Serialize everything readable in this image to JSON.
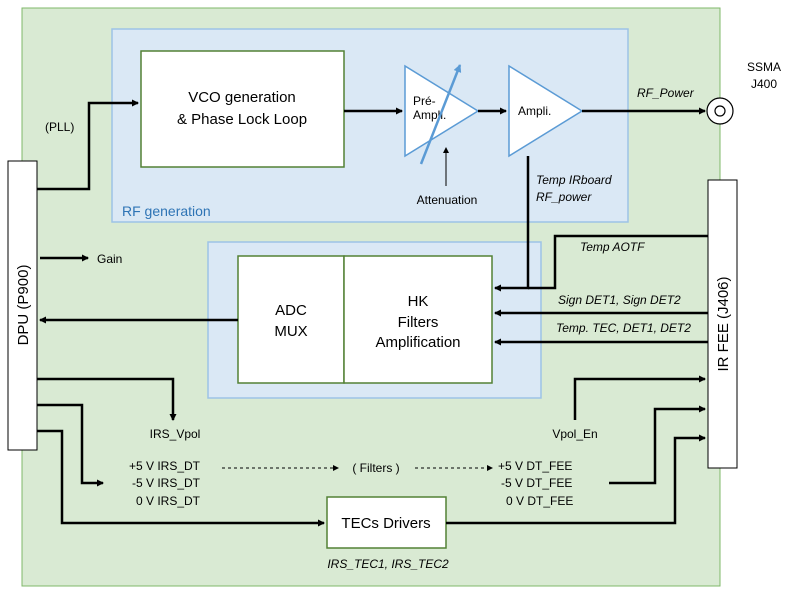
{
  "blocks": {
    "vco_line1": "VCO generation",
    "vco_line2": "& Phase Lock Loop",
    "pre_ampli_line1": "Pré-",
    "pre_ampli_line2": "Ampli.",
    "ampli": "Ampli.",
    "rf_generation": "RF generation",
    "adc_line1": "ADC",
    "adc_line2": "MUX",
    "hk_line1": "HK",
    "hk_line2": "Filters",
    "hk_line3": "Amplification",
    "dpu": "DPU (P900)",
    "ir_fee": "IR FEE (J406)",
    "tec_drivers": "TECs Drivers",
    "ssma_line1": "SSMA",
    "ssma_line2": "J400"
  },
  "labels": {
    "pll": "(PLL)",
    "attenuation": "Attenuation",
    "rf_power": "RF_Power",
    "temp_irboard_line1": "Temp IRboard",
    "temp_irboard_line2": "RF_power",
    "temp_aotf": "Temp AOTF",
    "sign_det": "Sign DET1, Sign DET2",
    "temp_tec": "Temp. TEC, DET1, DET2",
    "gain": "Gain",
    "irs_vpol": "IRS_Vpol",
    "vpol_en": "Vpol_En",
    "irs_p5": "+5 V IRS_DT",
    "irs_m5": "-5 V IRS_DT",
    "irs_0": "0 V IRS_DT",
    "filters": "( Filters )",
    "dt_p5": "+5 V DT_FEE",
    "dt_m5": "-5 V DT_FEE",
    "dt_0": "0 V DT_FEE",
    "irs_tec": "IRS_TEC1, IRS_TEC2"
  },
  "colors": {
    "board_fill": "#d9ead3",
    "board_stroke": "#7fb86a",
    "group_fill": "#dae8f5",
    "group_stroke": "#9dc3e6",
    "block_stroke": "#538135",
    "amp_stroke": "#5b9bd5",
    "rf_text": "#2e74b5"
  }
}
